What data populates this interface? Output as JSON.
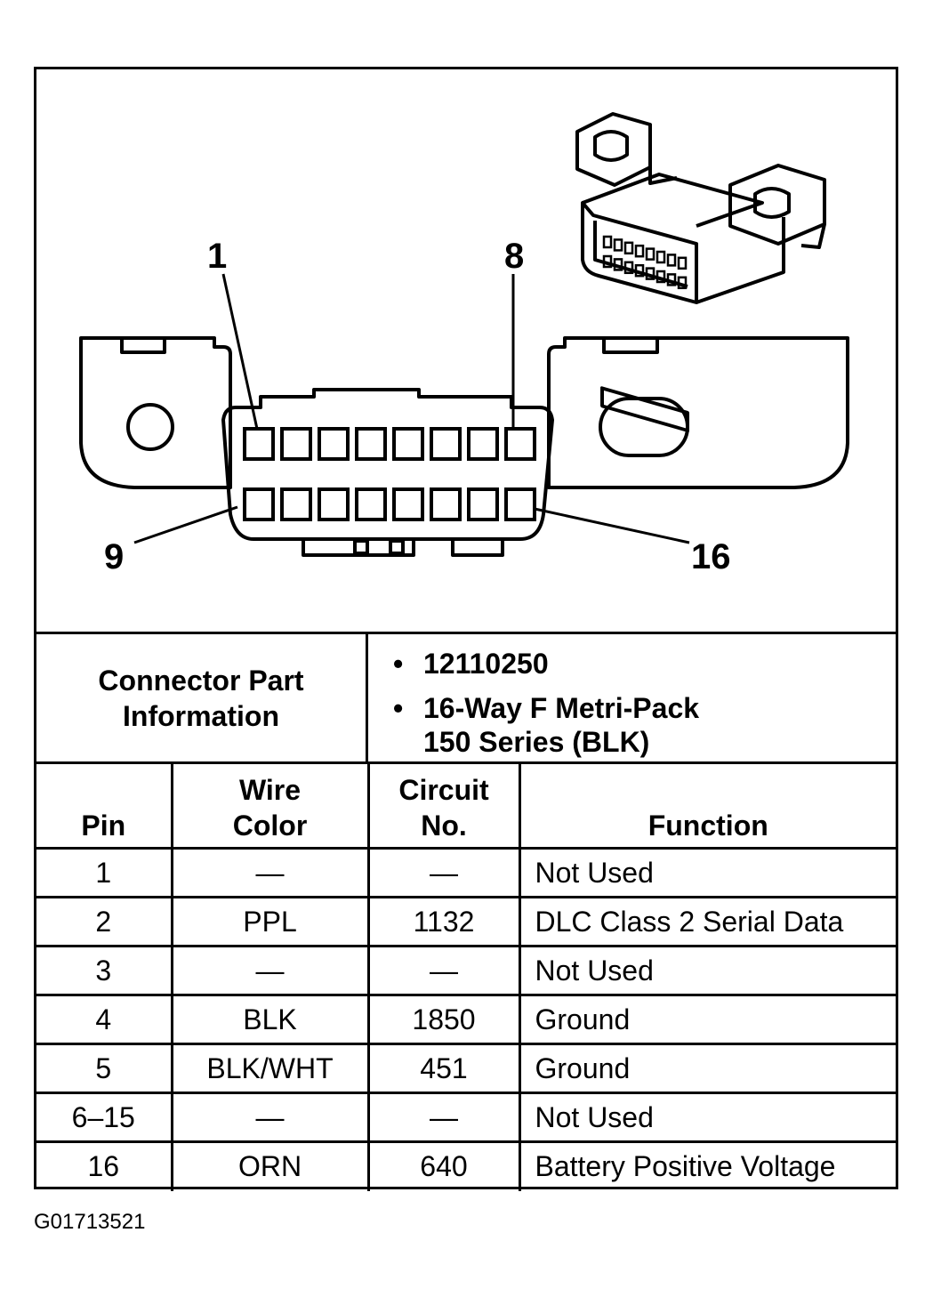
{
  "diagram": {
    "pin_labels": {
      "top_left": "1",
      "top_right": "8",
      "bottom_left": "9",
      "bottom_right": "16"
    }
  },
  "connector_info": {
    "label_line1": "Connector Part",
    "label_line2": "Information",
    "part_number": "12110250",
    "description_line1": "16-Way F Metri-Pack",
    "description_line2": "150 Series (BLK)"
  },
  "table": {
    "headers": {
      "pin": "Pin",
      "wire_color_line1": "Wire",
      "wire_color_line2": "Color",
      "circuit_line1": "Circuit",
      "circuit_line2": "No.",
      "function": "Function"
    },
    "rows": [
      {
        "pin": "1",
        "wire": "—",
        "circuit": "—",
        "function": "Not Used"
      },
      {
        "pin": "2",
        "wire": "PPL",
        "circuit": "1132",
        "function": "DLC Class 2 Serial Data"
      },
      {
        "pin": "3",
        "wire": "—",
        "circuit": "—",
        "function": "Not Used"
      },
      {
        "pin": "4",
        "wire": "BLK",
        "circuit": "1850",
        "function": "Ground"
      },
      {
        "pin": "5",
        "wire": "BLK/WHT",
        "circuit": "451",
        "function": "Ground"
      },
      {
        "pin": "6–15",
        "wire": "—",
        "circuit": "—",
        "function": "Not Used"
      },
      {
        "pin": "16",
        "wire": "ORN",
        "circuit": "640",
        "function": "Battery Positive Voltage"
      }
    ]
  },
  "figure_code": "G01713521"
}
